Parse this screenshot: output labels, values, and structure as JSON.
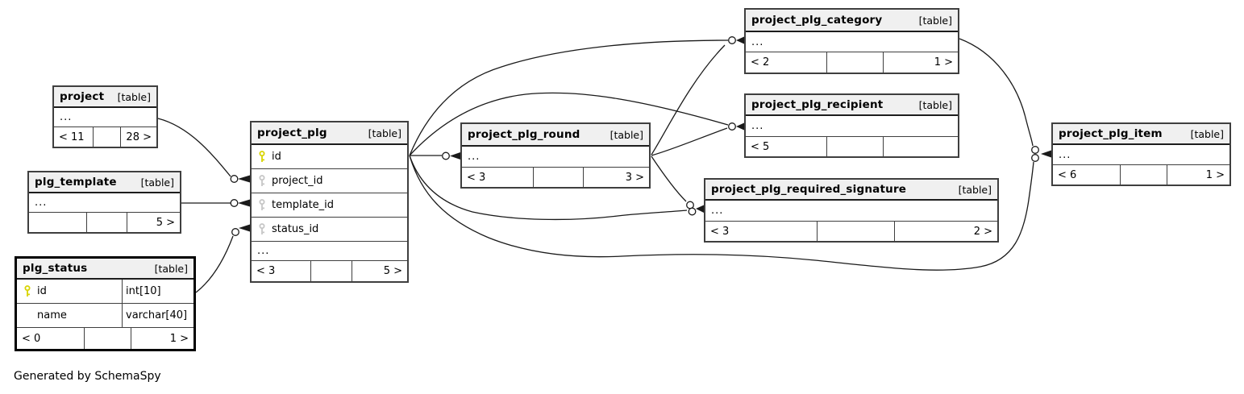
{
  "footer_note": "Generated by SchemaSpy",
  "colors": {
    "primary_key": "#d8d400",
    "foreign_key": "#c6c6c6",
    "header_bg": "#f0f0f0",
    "table_border": "#3f3f3f",
    "edge": "#1a1a1a"
  },
  "icons": {
    "primary_key": "key-icon",
    "foreign_key": "key-icon"
  },
  "tables": {
    "project": {
      "name": "project",
      "tag": "[table]",
      "ellipsis": "...",
      "footer": {
        "left": "< 11",
        "mid": "",
        "right": "28 >"
      }
    },
    "plg_template": {
      "name": "plg_template",
      "tag": "[table]",
      "ellipsis": "...",
      "footer": {
        "left": "",
        "mid": "",
        "right": "5 >"
      }
    },
    "plg_status": {
      "name": "plg_status",
      "tag": "[table]",
      "columns": [
        {
          "name": "id",
          "type": "int[10]",
          "key": "pk"
        },
        {
          "name": "name",
          "type": "varchar[40]",
          "key": ""
        }
      ],
      "footer": {
        "left": "< 0",
        "mid": "",
        "right": "1 >"
      }
    },
    "project_plg": {
      "name": "project_plg",
      "tag": "[table]",
      "columns": [
        {
          "name": "id",
          "key": "pk"
        },
        {
          "name": "project_id",
          "key": "fk"
        },
        {
          "name": "template_id",
          "key": "fk"
        },
        {
          "name": "status_id",
          "key": "fk"
        }
      ],
      "ellipsis": "...",
      "footer": {
        "left": "< 3",
        "mid": "",
        "right": "5 >"
      }
    },
    "project_plg_round": {
      "name": "project_plg_round",
      "tag": "[table]",
      "ellipsis": "...",
      "footer": {
        "left": "< 3",
        "mid": "",
        "right": "3 >"
      }
    },
    "project_plg_category": {
      "name": "project_plg_category",
      "tag": "[table]",
      "ellipsis": "...",
      "footer": {
        "left": "< 2",
        "mid": "",
        "right": "1 >"
      }
    },
    "project_plg_recipient": {
      "name": "project_plg_recipient",
      "tag": "[table]",
      "ellipsis": "...",
      "footer": {
        "left": "< 5",
        "mid": "",
        "right": ""
      }
    },
    "project_plg_required_signature": {
      "name": "project_plg_required_signature",
      "tag": "[table]",
      "ellipsis": "...",
      "footer": {
        "left": "< 3",
        "mid": "",
        "right": "2 >"
      }
    },
    "project_plg_item": {
      "name": "project_plg_item",
      "tag": "[table]",
      "ellipsis": "...",
      "footer": {
        "left": "< 6",
        "mid": "",
        "right": "1 >"
      }
    }
  }
}
